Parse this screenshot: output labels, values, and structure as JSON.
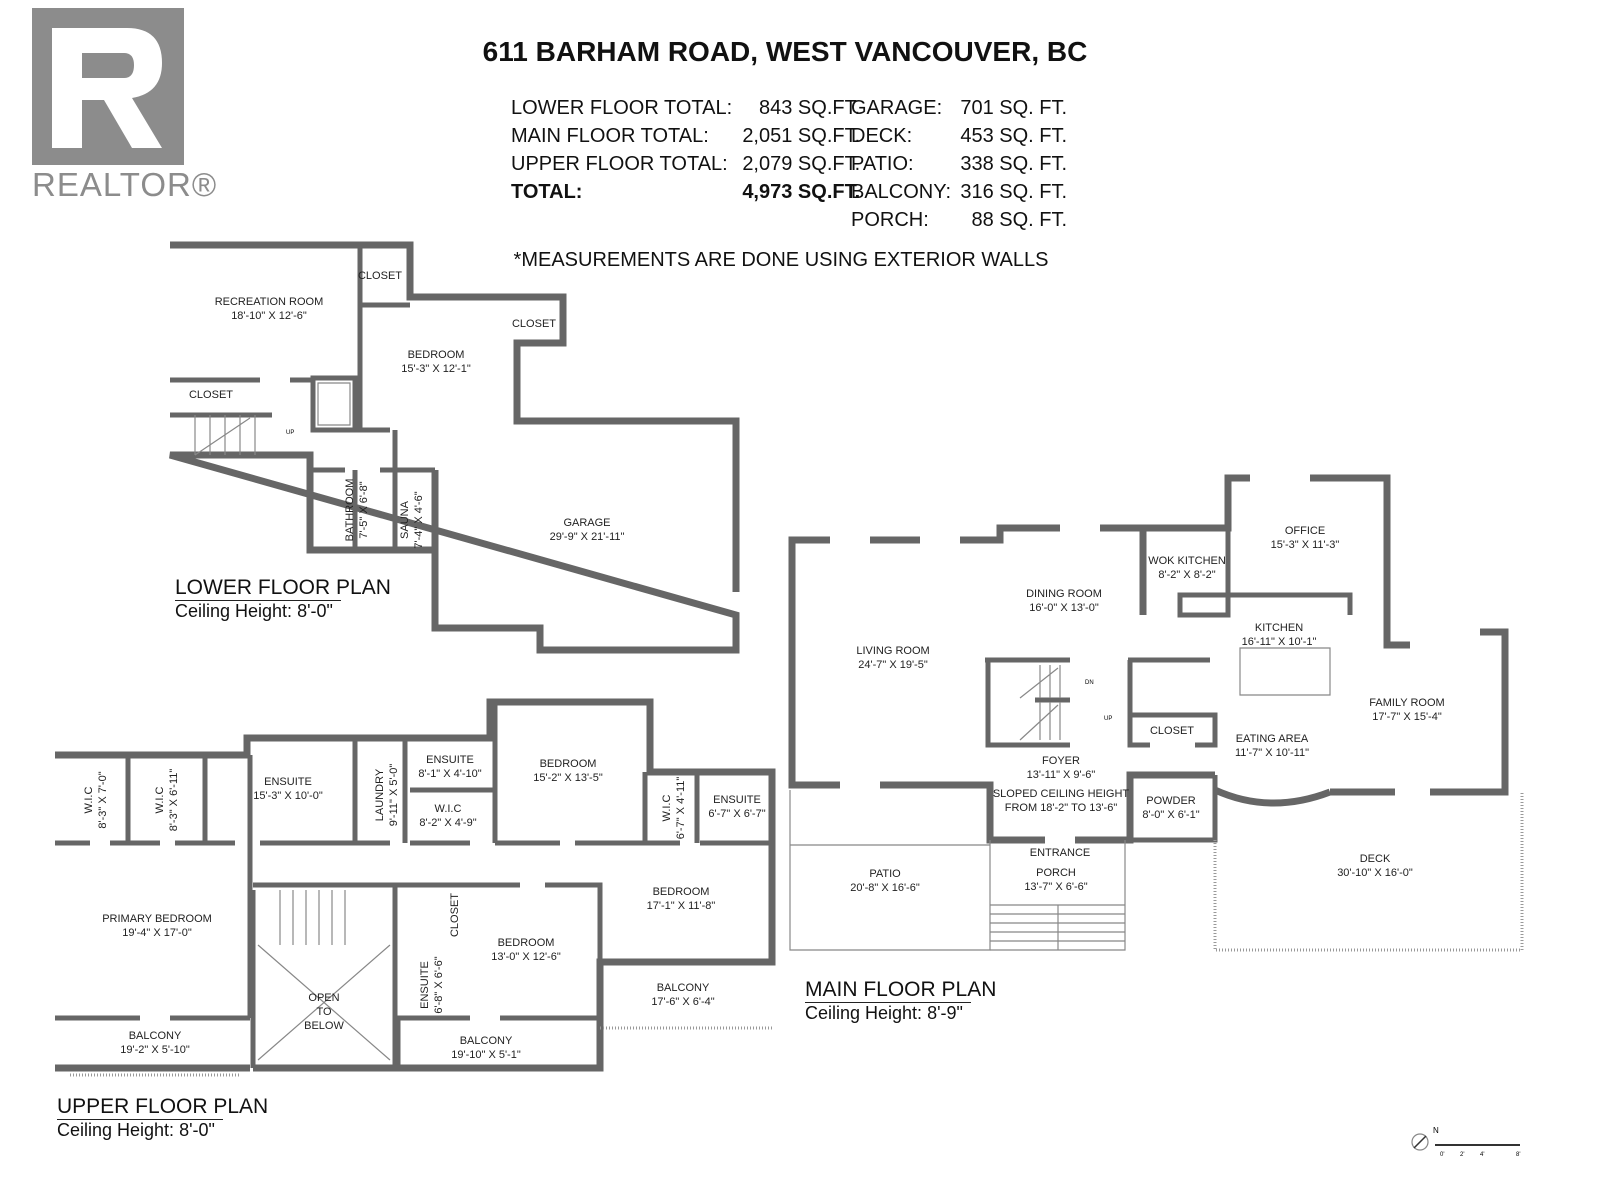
{
  "logo": {
    "text": "REALTOR®",
    "letter": "R"
  },
  "title": "611 BARHAM ROAD, WEST VANCOUVER, BC",
  "areas_left": [
    {
      "label": "LOWER FLOOR TOTAL:",
      "value": "843 SQ.FT."
    },
    {
      "label": "MAIN FLOOR TOTAL:",
      "value": "2,051 SQ.FT."
    },
    {
      "label": "UPPER FLOOR TOTAL:",
      "value": "2,079 SQ.FT."
    },
    {
      "label": "TOTAL:",
      "value": "4,973 SQ.FT."
    }
  ],
  "areas_right": [
    {
      "label": "GARAGE:",
      "value": "701 SQ. FT."
    },
    {
      "label": "DECK:",
      "value": "453 SQ. FT."
    },
    {
      "label": "PATIO:",
      "value": "338 SQ. FT."
    },
    {
      "label": "BALCONY:",
      "value": "316 SQ. FT."
    },
    {
      "label": "PORCH:",
      "value": "88 SQ. FT."
    }
  ],
  "note": "*MEASUREMENTS ARE DONE USING EXTERIOR WALLS",
  "lower": {
    "title": "LOWER FLOOR PLAN",
    "ceiling": "Ceiling Height: 8'-0\"",
    "rooms": [
      {
        "name": "CLOSET"
      },
      {
        "name": "RECREATION ROOM",
        "dims": "18'-10\" X 12'-6\""
      },
      {
        "name": "CLOSET"
      },
      {
        "name": "BEDROOM",
        "dims": "15'-3\" X 12'-1\""
      },
      {
        "name": "CLOSET"
      },
      {
        "name": "BATHROOM",
        "dims": "7'-5\" X 6'-8\""
      },
      {
        "name": "SAUNA",
        "dims": "7'-4\" X 4'-6\""
      },
      {
        "name": "GARAGE",
        "dims": "29'-9\" X 21'-11\""
      }
    ],
    "stair_label": "UP"
  },
  "main": {
    "title": "MAIN FLOOR PLAN",
    "ceiling": "Ceiling Height: 8'-9\"",
    "rooms": [
      {
        "name": "OFFICE",
        "dims": "15'-3\" X 11'-3\""
      },
      {
        "name": "WOK KITCHEN",
        "dims": "8'-2\" X 8'-2\""
      },
      {
        "name": "DINING ROOM",
        "dims": "16'-0\" X 13'-0\""
      },
      {
        "name": "KITCHEN",
        "dims": "16'-11\" X 10'-1\""
      },
      {
        "name": "LIVING ROOM",
        "dims": "24'-7\" X 19'-5\""
      },
      {
        "name": "FAMILY ROOM",
        "dims": "17'-7\" X 15'-4\""
      },
      {
        "name": "CLOSET"
      },
      {
        "name": "EATING AREA",
        "dims": "11'-7\" X 10'-11\""
      },
      {
        "name": "FOYER",
        "dims": "13'-11\" X 9'-6\""
      },
      {
        "name": "SLOPED CEILING HEIGHT",
        "dims": "FROM 18'-2\" TO 13'-6\""
      },
      {
        "name": "POWDER",
        "dims": "8'-0\" X 6'-1\""
      },
      {
        "name": "ENTRANCE"
      },
      {
        "name": "PORCH",
        "dims": "13'-7\" X 6'-6\""
      },
      {
        "name": "PATIO",
        "dims": "20'-8\" X 16'-6\""
      },
      {
        "name": "DECK",
        "dims": "30'-10\" X 16'-0\""
      }
    ],
    "stair_dn": "DN",
    "stair_up": "UP"
  },
  "upper": {
    "title": "UPPER FLOOR PLAN",
    "ceiling": "Ceiling Height: 8'-0\"",
    "rooms": [
      {
        "name": "W.I.C",
        "dims": "8'-3\" X 7'-0\""
      },
      {
        "name": "W.I.C",
        "dims": "8'-3\" X 6'-11\""
      },
      {
        "name": "ENSUITE",
        "dims": "15'-3\" X 10'-0\""
      },
      {
        "name": "LAUNDRY",
        "dims": "9'-11\" X 5'-0\""
      },
      {
        "name": "ENSUITE",
        "dims": "8'-1\" X 4'-10\""
      },
      {
        "name": "W.I.C",
        "dims": "8'-2\" X 4'-9\""
      },
      {
        "name": "BEDROOM",
        "dims": "15'-2\" X 13'-5\""
      },
      {
        "name": "W.I.C",
        "dims": "6'-7\" X 4'-11\""
      },
      {
        "name": "ENSUITE",
        "dims": "6'-7\" X 6'-7\""
      },
      {
        "name": "BEDROOM",
        "dims": "17'-1\" X 11'-8\""
      },
      {
        "name": "PRIMARY BEDROOM",
        "dims": "19'-4\" X 17'-0\""
      },
      {
        "name": "CLOSET"
      },
      {
        "name": "BEDROOM",
        "dims": "13'-0\" X 12'-6\""
      },
      {
        "name": "ENSUITE",
        "dims": "6'-8\" X 6'-6\""
      },
      {
        "name": "OPEN",
        "dims": "TO",
        "extra": "BELOW"
      },
      {
        "name": "BALCONY",
        "dims": "17'-6\" X 6'-4\""
      },
      {
        "name": "BALCONY",
        "dims": "19'-2\" X 5'-10\""
      },
      {
        "name": "BALCONY",
        "dims": "19'-10\" X 5'-1\""
      }
    ]
  },
  "compass": {
    "north": "N",
    "scale": [
      "0'",
      "2'",
      "4'",
      "8'"
    ]
  }
}
